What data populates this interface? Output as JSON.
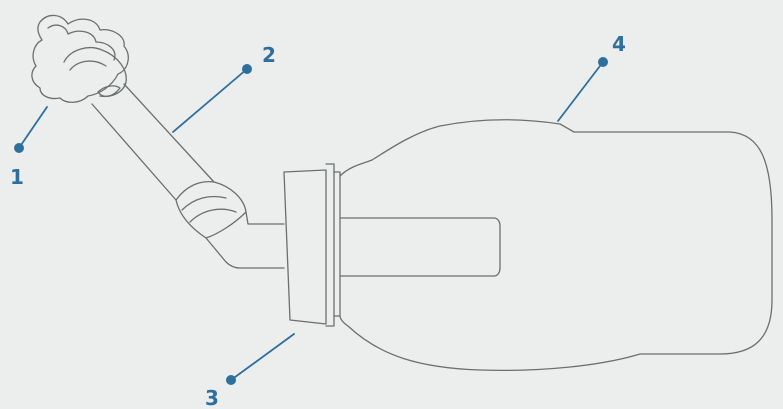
{
  "callouts": [
    {
      "id": "1",
      "label": "1"
    },
    {
      "id": "2",
      "label": "2"
    },
    {
      "id": "3",
      "label": "3"
    },
    {
      "id": "4",
      "label": "4"
    }
  ],
  "colors": {
    "background": "#eceeed",
    "outline": "#6b6f70",
    "callout": "#2e6f9e"
  }
}
